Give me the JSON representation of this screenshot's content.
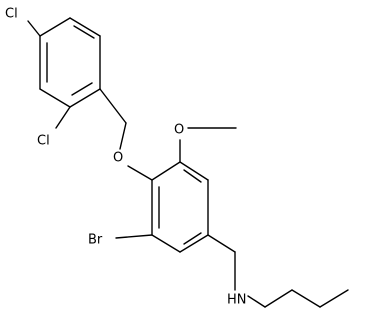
{
  "atoms": {
    "cl_top": "Cl",
    "cl_ortho": "Cl",
    "o_benzyl_ether": "O",
    "o_methoxy": "O",
    "br": "Br",
    "nh": "HN"
  },
  "colors": {
    "bond": "#000000",
    "label": "#000000",
    "background": "#ffffff"
  }
}
